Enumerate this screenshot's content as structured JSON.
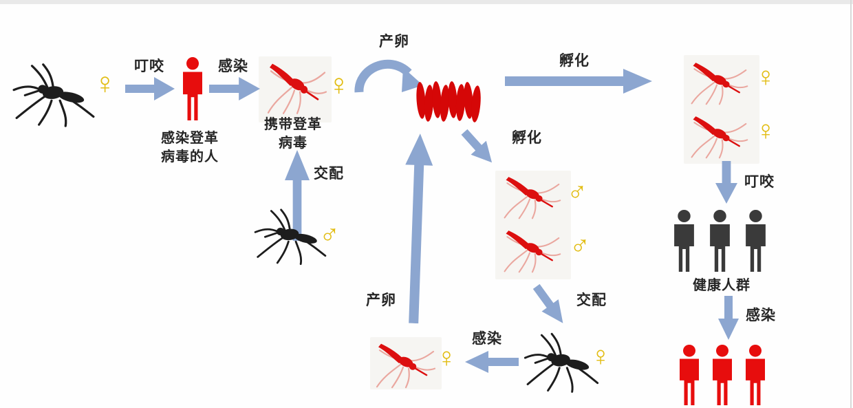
{
  "diagram": {
    "type": "dengue-transmission-cycle",
    "colors": {
      "arrow_blue": "#8ca6d0",
      "virus_red": "#dc0f0f",
      "egg_red": "#d50707",
      "healthy_dark": "#3a3a3a",
      "gender_yellow": "#e2bd14",
      "label_text": "#262626",
      "background": "#fefefe"
    },
    "symbols": {
      "female": "♀",
      "male": "♂"
    },
    "labels": {
      "bite_top": "叮咬",
      "infect_top": "感染",
      "lay_eggs_top": "产卵",
      "hatch_right": "孵化",
      "hatch_down": "孵化",
      "mate_up": "交配",
      "mate_down": "交配",
      "bite_right": "叮咬",
      "infect_right": "感染",
      "infect_bottom": "感染",
      "lay_eggs_up": "产卵"
    },
    "captions": {
      "infected_person": "感染登革\n病毒的人",
      "carrier_mosquito": "携带登革\n病毒",
      "healthy_people": "健康人群"
    }
  }
}
